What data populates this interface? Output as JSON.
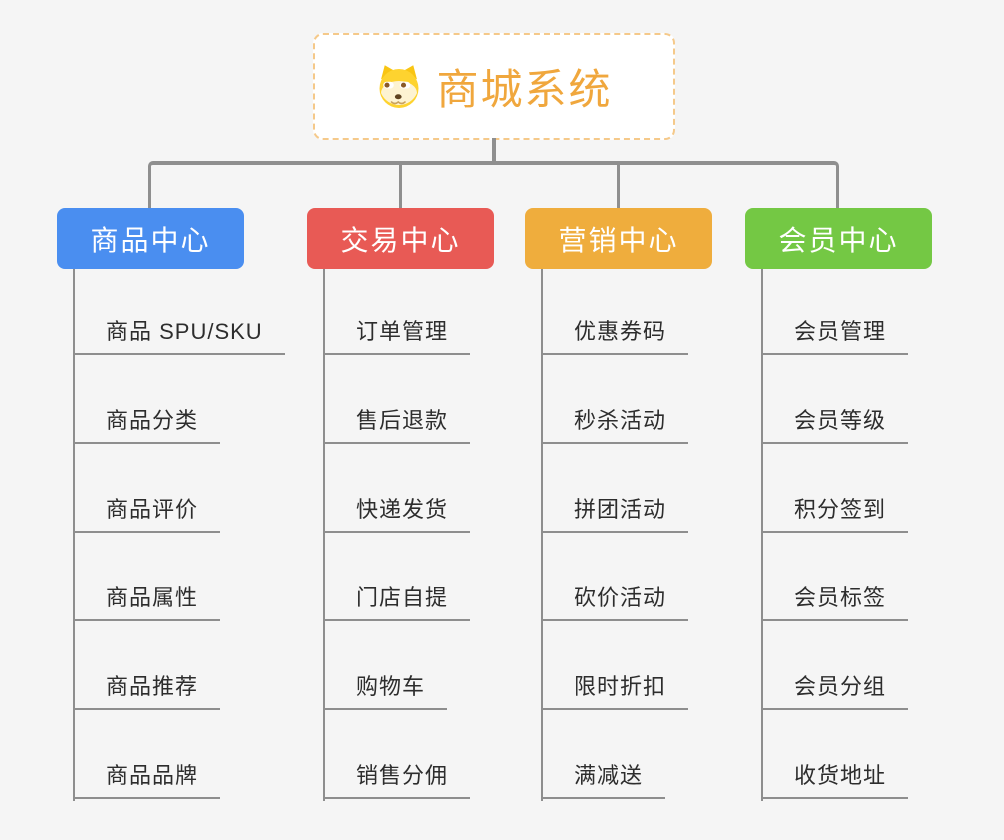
{
  "root": {
    "title": "商城系统",
    "icon": "dog-face-icon",
    "title_color": "#f0a73d",
    "border_color": "#f5c98a",
    "background": "#ffffff"
  },
  "colors": {
    "canvas_background": "#f5f5f5",
    "connector": "#8f8f8f",
    "leaf_line": "#8e8e8e",
    "leaf_text": "#2d2d2d",
    "branch_text": "#ffffff"
  },
  "branches": [
    {
      "label": "商品中心",
      "color": "#4a8ef0",
      "items": [
        "商品 SPU/SKU",
        "商品分类",
        "商品评价",
        "商品属性",
        "商品推荐",
        "商品品牌"
      ]
    },
    {
      "label": "交易中心",
      "color": "#e85a55",
      "items": [
        "订单管理",
        "售后退款",
        "快递发货",
        "门店自提",
        "购物车",
        "销售分佣"
      ]
    },
    {
      "label": "营销中心",
      "color": "#efad3d",
      "items": [
        "优惠券码",
        "秒杀活动",
        "拼团活动",
        "砍价活动",
        "限时折扣",
        "满减送"
      ]
    },
    {
      "label": "会员中心",
      "color": "#74c844",
      "items": [
        "会员管理",
        "会员等级",
        "积分签到",
        "会员标签",
        "会员分组",
        "收货地址"
      ]
    }
  ]
}
